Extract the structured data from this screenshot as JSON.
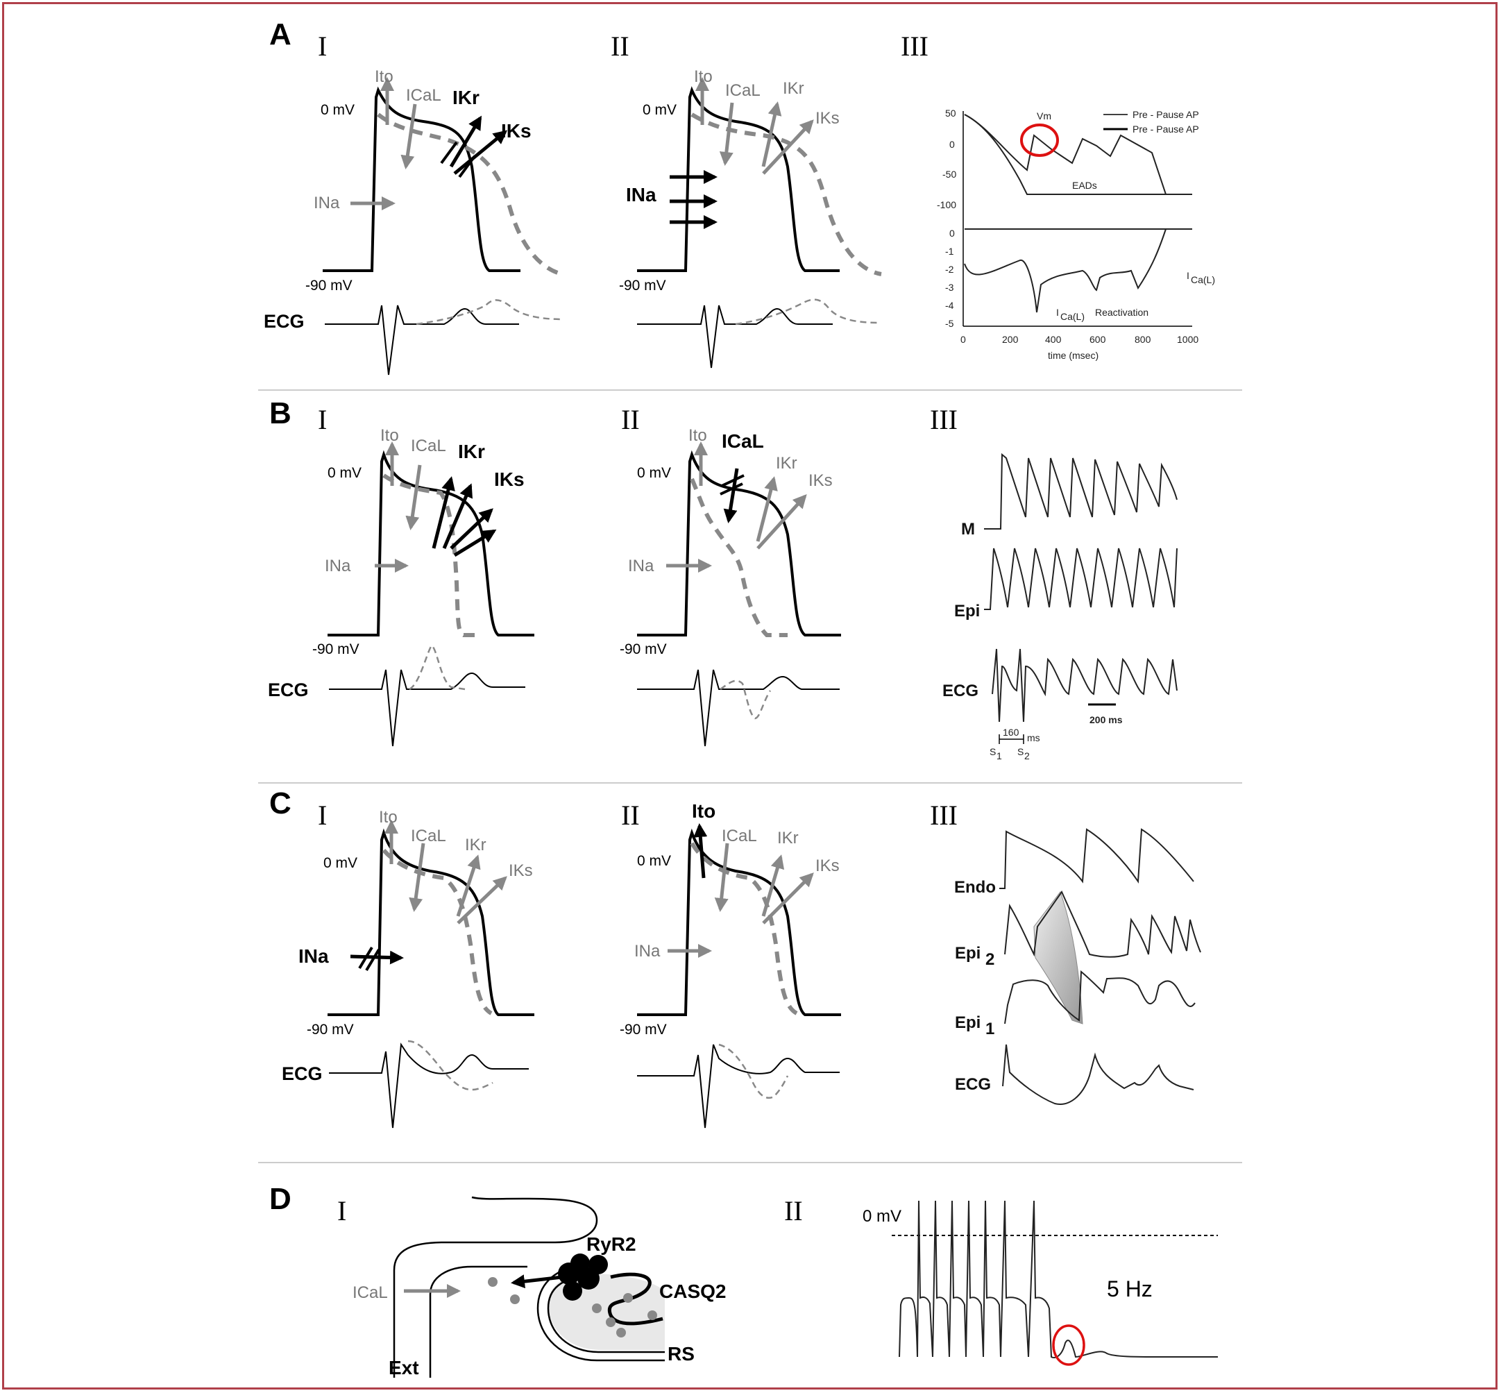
{
  "panels": [
    "A",
    "B",
    "C",
    "D"
  ],
  "sub_labels": [
    "I",
    "II",
    "III"
  ],
  "ap_labels": {
    "zero": "0 mV",
    "minus90": "-90 mV",
    "ecg": "ECG",
    "ito": "Ito",
    "ical": "ICaL",
    "ikr": "IKr",
    "iks": "IKs",
    "ina": "INa"
  },
  "a3": {
    "legend_1": "Pre - Pause AP",
    "legend_2": "Pre - Pause AP",
    "vm": "Vm",
    "eads": "EADs",
    "ica": "I",
    "ica_sub": "Ca(L)",
    "reactivation": "Reactivation",
    "time_label": "time (msec)",
    "top_ticks": [
      "50",
      "0",
      "-50",
      "-100"
    ],
    "bottom_ticks": [
      "0",
      "-1",
      "-2",
      "-3",
      "-4",
      "-5"
    ],
    "x_ticks": [
      "0",
      "200",
      "400",
      "600",
      "800",
      "1000"
    ]
  },
  "b3": {
    "m": "M",
    "epi": "Epi",
    "ecg": "ECG",
    "scale": "200 ms",
    "interval": "160",
    "ms": "ms",
    "s1": "S",
    "s2": "S",
    "sub1": "1",
    "sub2": "2"
  },
  "c3": {
    "endo": "Endo",
    "epi2": "Epi",
    "epi2_sub": "2",
    "epi1": "Epi",
    "epi1_sub": "1",
    "ecg": "ECG"
  },
  "d": {
    "ical": "ICaL",
    "ryr2": "RyR2",
    "casq2": "CASQ2",
    "rs": "RS",
    "ext": "Ext",
    "zero": "0 mV",
    "freq": "5 Hz"
  },
  "colors": {
    "frame": "#b0404a",
    "gray": "#888888",
    "highlight": "#dd1111"
  }
}
